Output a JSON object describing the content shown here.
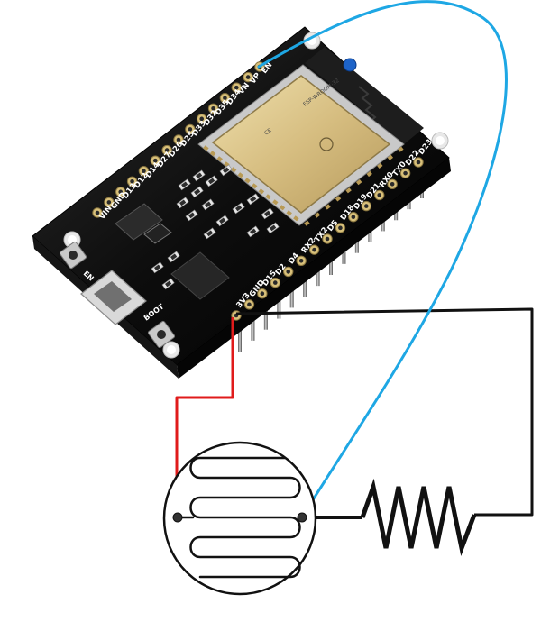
{
  "board": {
    "module_label": "ESP-WROOM-32",
    "left_header_pins": [
      "VIN",
      "GND",
      "D13",
      "D12",
      "D14",
      "D27",
      "D26",
      "D25",
      "D33",
      "D32",
      "D35",
      "D34",
      "VN",
      "VP",
      "EN"
    ],
    "right_header_pins": [
      "3V3",
      "GND",
      "D15",
      "D2",
      "D4",
      "RX2",
      "TX2",
      "D5",
      "D18",
      "D19",
      "D21",
      "RX0",
      "TX0",
      "D22",
      "D23"
    ],
    "button_en": "EN",
    "button_boot": "BOOT"
  },
  "wires": {
    "vcc_color": "#e01b1b",
    "gnd_color": "#111111",
    "signal_color": "#1ea7e4"
  },
  "colors": {
    "board": "#101010",
    "pin_gold": "#d8c07a",
    "module_silver": "#cfcfcf",
    "shield_gold": "#cdb27a"
  }
}
